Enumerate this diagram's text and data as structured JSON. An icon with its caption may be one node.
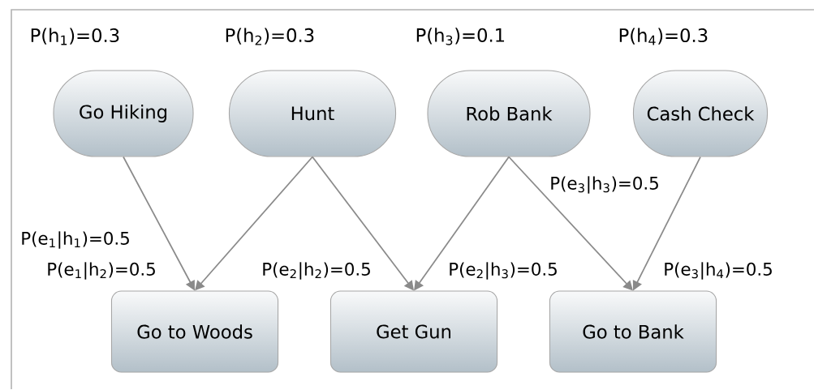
{
  "diagram": {
    "nodes": [
      {
        "text": [
          "Go Hiking"
        ],
        "beside": [
          "P(h$_{1}$)=0.3"
        ]
      },
      {
        "text": [
          "Hunt"
        ],
        "beside": [
          "P(h$_{2}$)=0.3"
        ]
      },
      {
        "text": [
          "Rob Bank"
        ],
        "beside": [
          "P(h$_{3}$)=0.1"
        ]
      },
      {
        "text": [
          "Cash Check"
        ],
        "beside": [
          "P(h$_{4}$)=0.3"
        ]
      },
      {
        "text": [
          "Go to Woods"
        ]
      },
      {
        "text": [
          "Get Gun"
        ]
      },
      {
        "text": [
          "Go to Bank"
        ]
      }
    ],
    "edges": [
      {
        "from": 0,
        "to": 4,
        "arrow": "to",
        "label": "P(e$_{1}$|h$_{1}$)=0.5"
      },
      {
        "from": 1,
        "to": 4,
        "arrow": "to",
        "label": "P(e$_{1}$|h$_{2}$)=0.5"
      },
      {
        "from": 1,
        "to": 5,
        "arrow": "to",
        "label": "P(e$_{2}$|h$_{2}$)=0.5"
      },
      {
        "from": 2,
        "to": 5,
        "arrow": "to",
        "label": "P(e$_{2}$|h$_{3}$)=0.5"
      },
      {
        "from": 2,
        "to": 6,
        "arrow": "to",
        "label": "P(e$_{3}$|h$_{3}$)=0.5"
      },
      {
        "from": 3,
        "to": 6,
        "arrow": "to",
        "label": "P(e$_{3}$|h$_{4}$)=0.5"
      }
    ]
  }
}
